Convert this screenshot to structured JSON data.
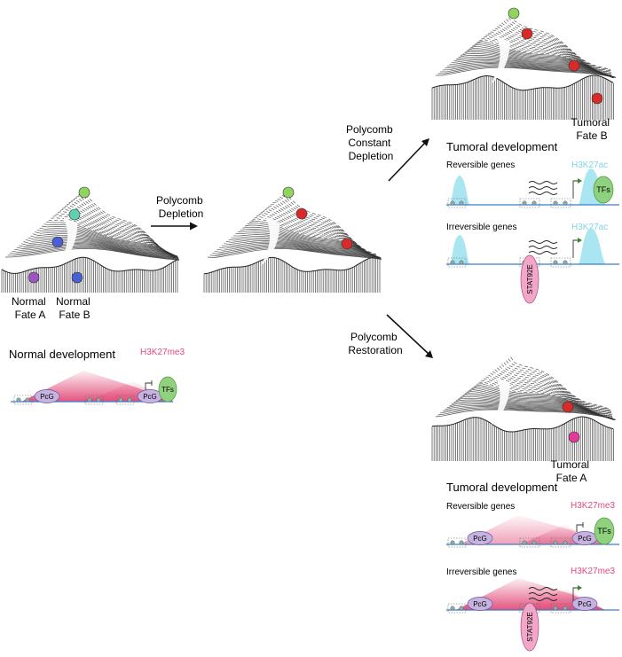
{
  "labels": {
    "normal_fate_a": [
      "Normal",
      "Fate A"
    ],
    "normal_fate_b": [
      "Normal",
      "Fate B"
    ],
    "tumoral_fate_b": [
      "Tumoral",
      "Fate B"
    ],
    "tumoral_fate_a": [
      "Tumoral",
      "Fate A"
    ],
    "polycomb_depletion": [
      "Polycomb",
      "Depletion"
    ],
    "polycomb_constant_depletion": [
      "Polycomb",
      "Constant",
      "Depletion"
    ],
    "polycomb_restoration": [
      "Polycomb",
      "Restoration"
    ],
    "normal_development": "Normal development",
    "tumoral_development_top": "Tumoral development",
    "tumoral_development_bottom": "Tumoral development",
    "reversible_genes_top": "Reversible genes",
    "irreversible_genes_top": "Irreversible genes",
    "reversible_genes_bottom": "Reversible genes",
    "irreversible_genes_bottom": "Irreversible genes",
    "h3k27ac_1": "H3K27ac",
    "h3k27ac_2": "H3K27ac",
    "h3k27me3_normal": "H3K27me3",
    "h3k27me3_rev": "H3K27me3",
    "h3k27me3_irrev": "H3K27me3",
    "pcg": "PcG",
    "tfs": "TFs",
    "stat92e": "STAT92E"
  },
  "colors": {
    "pink_text": "#e8467c",
    "cyan_text": "#7fd4e6",
    "pink_mark": "#e24b78",
    "cyan_peak": "#a9e6f2",
    "dna_line": "#3a7fc8",
    "green_tf": "#8fd17e",
    "pcg_fill": "#c6b3e0",
    "stat_fill": "#f2a6c8",
    "cell_green": "#8fd45c",
    "cell_teal": "#5fd0b0",
    "cell_blue": "#4a5fd0",
    "cell_purple": "#9a55c0",
    "cell_red": "#d92a2a",
    "cell_magenta": "#e23a9a"
  }
}
